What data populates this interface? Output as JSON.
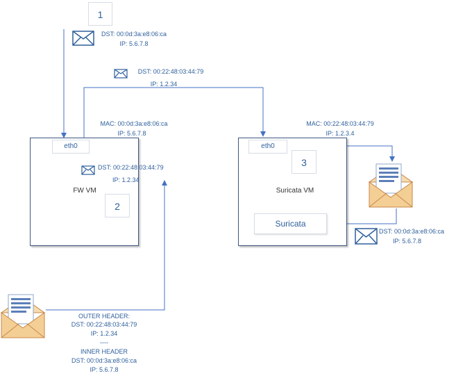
{
  "steps": {
    "one": "1",
    "two": "2",
    "three": "3"
  },
  "packet1": {
    "dst": "DST:  00:0d:3a:e8:06:ca",
    "ip": "IP: 5.6.7.8"
  },
  "packet_top": {
    "dst": "DST: 00:22:48:03:44:79",
    "ip": "IP: 1.2.34"
  },
  "fw": {
    "mac": "MAC:  00:0d:3a:e8:06:ca",
    "ip": "IP: 5.6.7.8",
    "eth": "eth0",
    "label": "FW VM",
    "inner_dst": "DST: 00:22:48:03:44:79",
    "inner_ip": "IP: 1.2.34"
  },
  "suricata_vm": {
    "mac": "MAC:  00:22:48:03:44:79",
    "ip": "IP: 1.2.3.4",
    "eth": "eth0",
    "label": "Suricata VM",
    "app": "Suricata"
  },
  "packet_right": {
    "dst": "DST:  00:0d:3a:e8:06:ca",
    "ip": "IP: 5.6.7.8"
  },
  "bottom": {
    "outer_header": "OUTER HEADER:",
    "outer_dst": "DST: 00:22:48:03:44:79",
    "outer_ip": "IP: 1.2.34",
    "separator": "----",
    "inner_header": "INNER HEADER",
    "inner_dst": "DST: 00:0d:3a:e8:06:ca",
    "inner_ip": "IP: 5.6.7.8"
  },
  "icons": {
    "closed_envelope": "closed-envelope-icon",
    "open_envelope": "open-envelope-icon"
  },
  "colors": {
    "line": "#4472c4",
    "text": "#2e5f9c",
    "box_border": "#3f5680"
  }
}
